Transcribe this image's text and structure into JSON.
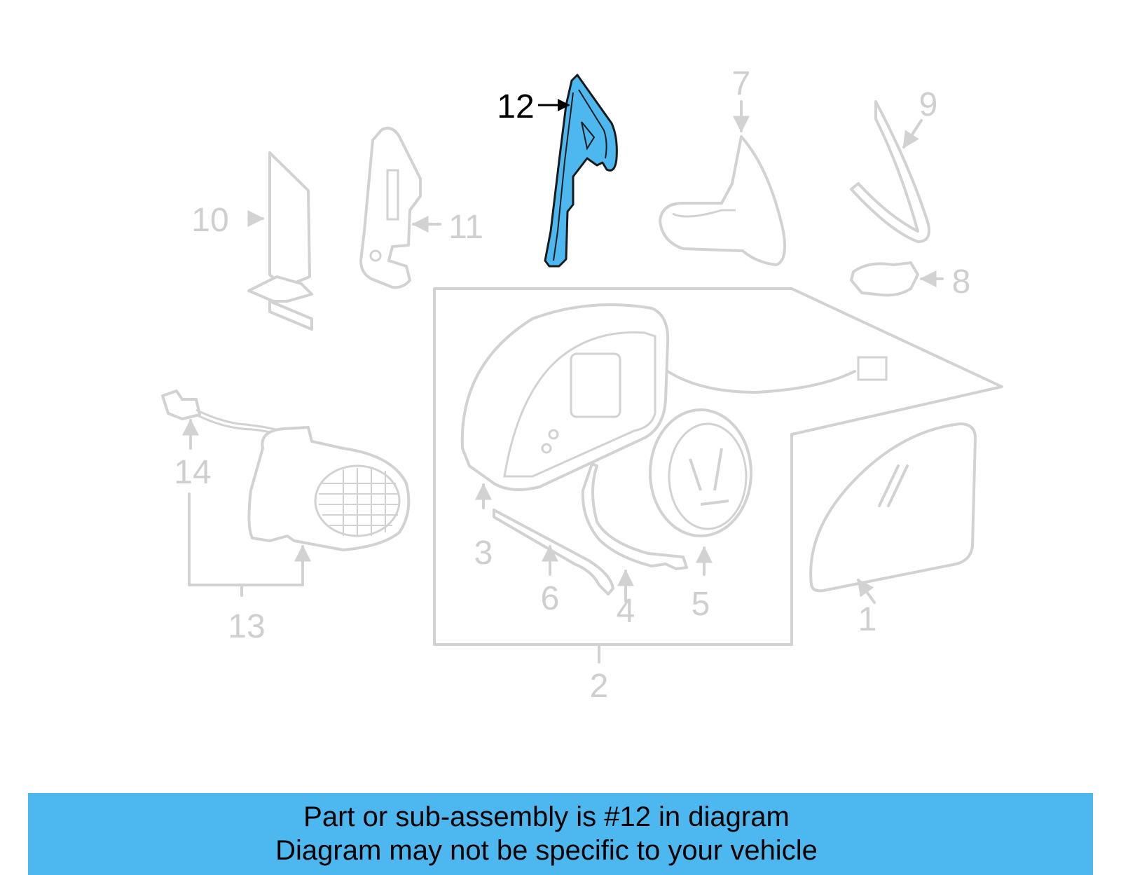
{
  "diagram": {
    "highlight_color": "#4db8f0",
    "selected_part": "12",
    "callouts": [
      {
        "id": "1",
        "label": "1"
      },
      {
        "id": "2",
        "label": "2"
      },
      {
        "id": "3",
        "label": "3"
      },
      {
        "id": "4",
        "label": "4"
      },
      {
        "id": "5",
        "label": "5"
      },
      {
        "id": "6",
        "label": "6"
      },
      {
        "id": "7",
        "label": "7"
      },
      {
        "id": "8",
        "label": "8"
      },
      {
        "id": "9",
        "label": "9"
      },
      {
        "id": "10",
        "label": "10"
      },
      {
        "id": "11",
        "label": "11"
      },
      {
        "id": "12",
        "label": "12"
      },
      {
        "id": "13",
        "label": "13"
      },
      {
        "id": "14",
        "label": "14"
      }
    ]
  },
  "banner": {
    "line1": "Part or sub-assembly is #12 in diagram",
    "line2": "Diagram may not be specific to your vehicle",
    "background": "#4db8f0"
  }
}
